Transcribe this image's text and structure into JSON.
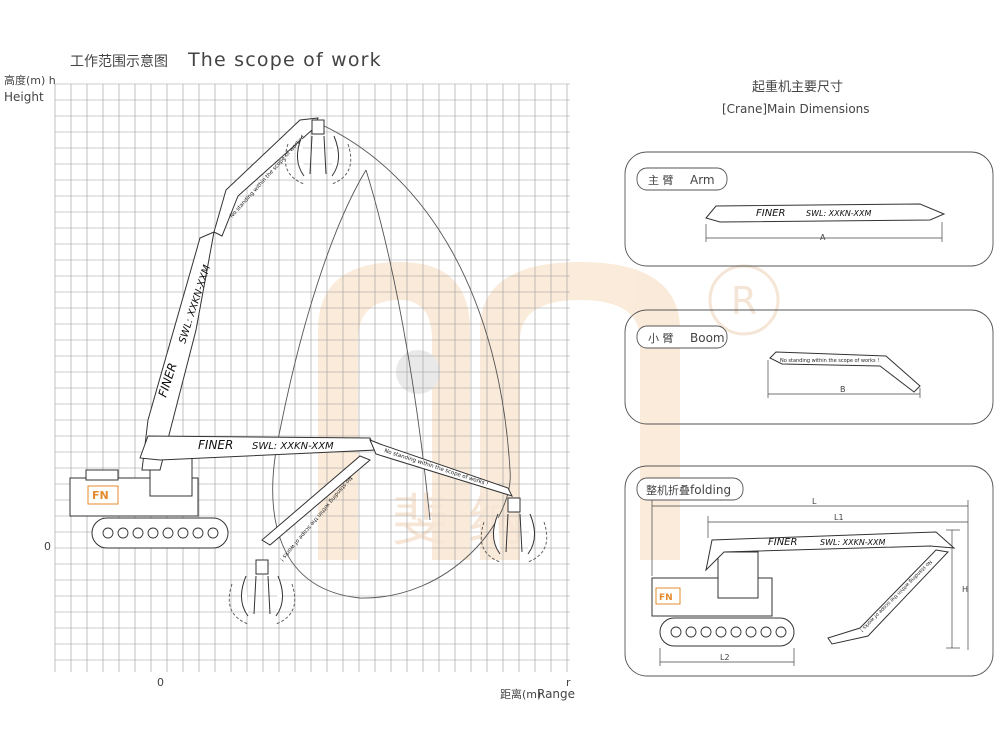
{
  "title": {
    "cn": "工作范围示意图",
    "en": "The scope of work"
  },
  "axes": {
    "y_label_cn": "高度(m) h",
    "y_label_en": "Height",
    "x_label_cn": "距离(m)",
    "x_label_en": "Range",
    "x_corner": "r",
    "y_zero": "0",
    "x_zero": "0"
  },
  "machine": {
    "brand": "FINER",
    "swl": "SWL:  XXKN-XXM",
    "swl_vertical": "SWL: XXKN-XXM",
    "warning": "No standing within the scope of works !",
    "logo": "FN"
  },
  "dimensions": {
    "title_cn": "起重机主要尺寸",
    "title_en": "[Crane]Main Dimensions",
    "panels": [
      {
        "label_cn": "主 臂",
        "label_en": "Arm",
        "dim": "A"
      },
      {
        "label_cn": "小 臂",
        "label_en": "Boom",
        "dim": "B"
      },
      {
        "label_cn": "整机折叠",
        "label_en": "folding",
        "dims": [
          "L",
          "L1",
          "L2",
          "H"
        ]
      }
    ]
  },
  "watermark": {
    "cn": "斐纳",
    "mark": "R"
  },
  "colors": {
    "grid": "#9a9a9a",
    "line": "#333333",
    "watermark": "#f3c28e",
    "accent": "#e58a2c"
  }
}
